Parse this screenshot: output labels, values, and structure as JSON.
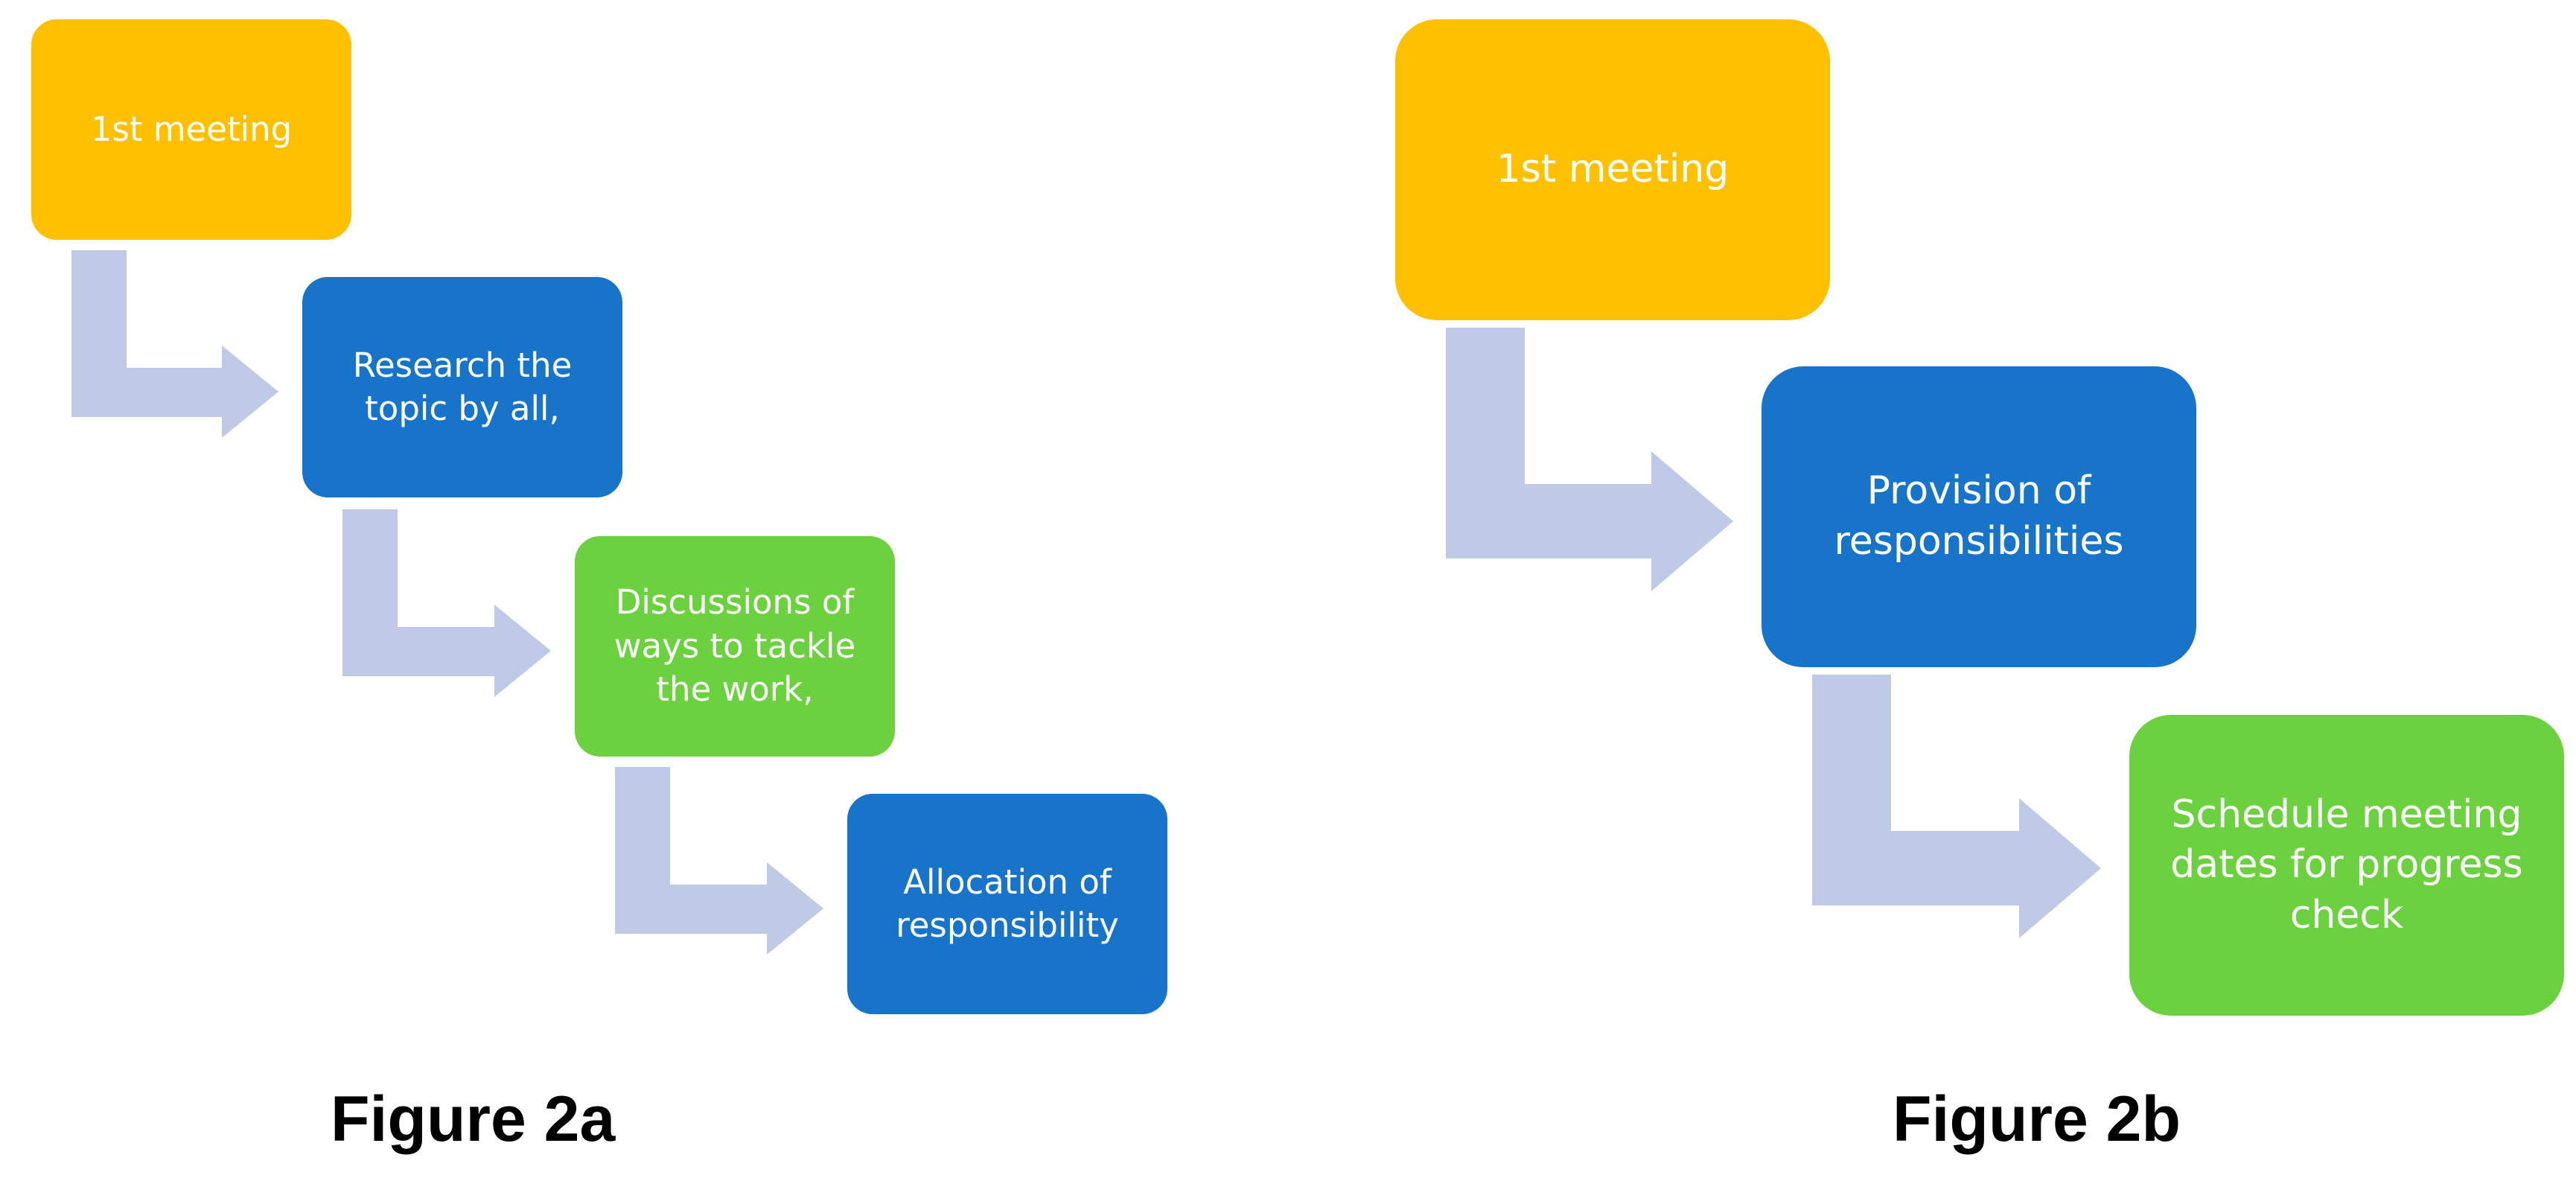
{
  "colors": {
    "yellow": "#FFC000",
    "blue": "#1874C9",
    "green": "#6CD13F",
    "connector": "#BFCAE6",
    "text_on_box": "#FFFFFF",
    "caption": "#000000"
  },
  "figure_a": {
    "caption": "Figure 2a",
    "steps": [
      {
        "lines": [
          "1st meeting"
        ],
        "color": "yellow"
      },
      {
        "lines": [
          "Research the",
          "topic by all,"
        ],
        "color": "blue"
      },
      {
        "lines": [
          "Discussions of",
          "ways to tackle",
          "the work,"
        ],
        "color": "green"
      },
      {
        "lines": [
          "Allocation of",
          "responsibility"
        ],
        "color": "blue"
      }
    ]
  },
  "figure_b": {
    "caption": "Figure 2b",
    "steps": [
      {
        "lines": [
          "1st meeting"
        ],
        "color": "yellow"
      },
      {
        "lines": [
          "Provision of",
          "responsibilities"
        ],
        "color": "blue"
      },
      {
        "lines": [
          "Schedule meeting",
          "dates for progress",
          "check"
        ],
        "color": "green"
      }
    ]
  }
}
